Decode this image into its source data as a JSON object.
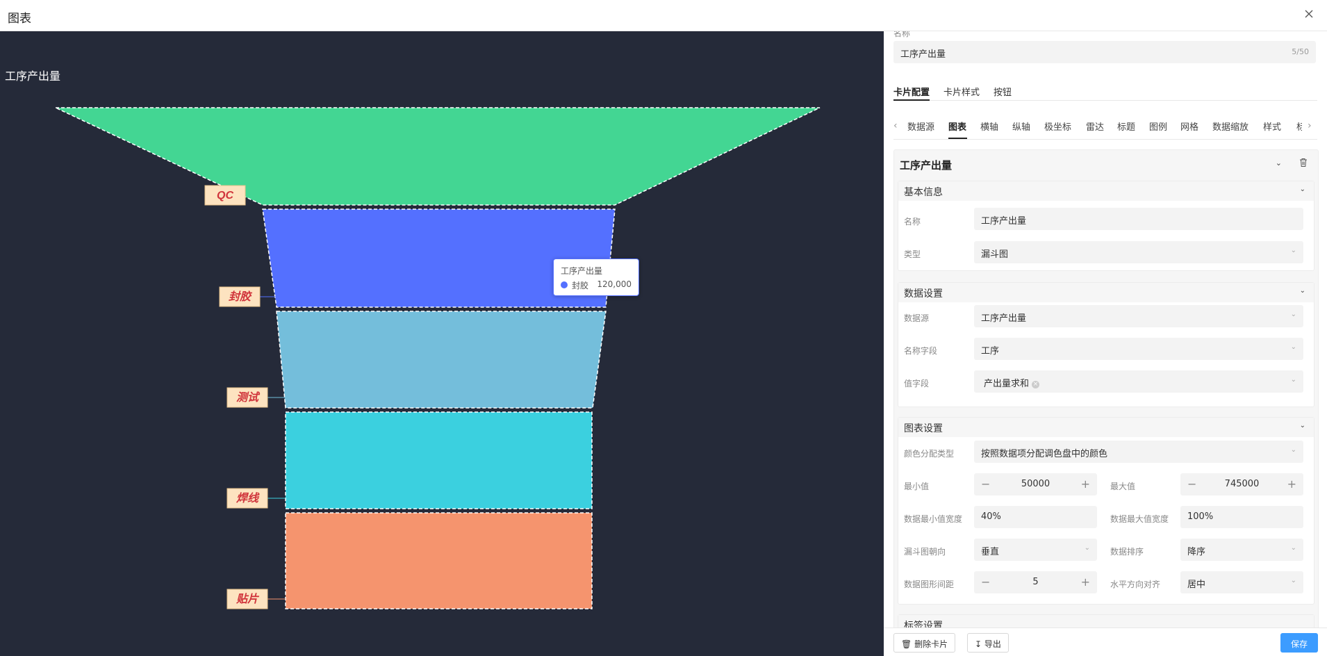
{
  "dialog": {
    "title": "图表"
  },
  "chart": {
    "title": "工序产出量",
    "tooltip": {
      "title": "工序产出量",
      "name": "封胶",
      "value": "120,000"
    }
  },
  "chart_data": {
    "type": "funnel",
    "title": "工序产出量",
    "categories": [
      "",
      "QC",
      "封胶",
      "测试",
      "焊线",
      "贴片"
    ],
    "colors": [
      "#43d693",
      "#5470ff",
      "#74bedb",
      "#3bd0df",
      "#f5946e"
    ],
    "label_bg": "#fde3c0",
    "label_color": "#d0343b"
  },
  "panel": {
    "name_label": "名称",
    "name_value": "工序产出量",
    "name_count": "5/50",
    "card_tabs": [
      "卡片配置",
      "卡片样式",
      "按钮"
    ],
    "sub_tabs": [
      "数据源",
      "图表",
      "横轴",
      "纵轴",
      "极坐标",
      "雷达",
      "标题",
      "图例",
      "网格",
      "数据缩放",
      "样式",
      "标"
    ],
    "series_name": "工序产出量",
    "basic": {
      "title": "基本信息",
      "name_label": "名称",
      "name_value": "工序产出量",
      "type_label": "类型",
      "type_value": "漏斗图"
    },
    "data": {
      "title": "数据设置",
      "source_label": "数据源",
      "source_value": "工序产出量",
      "namefield_label": "名称字段",
      "namefield_value": "工序",
      "valuefield_label": "值字段",
      "valuefield_tag": "产出量求和"
    },
    "chartset": {
      "title": "图表设置",
      "color_label": "颜色分配类型",
      "color_value": "按照数据项分配调色盘中的颜色",
      "min_label": "最小值",
      "min_value": "50000",
      "max_label": "最大值",
      "max_value": "745000",
      "minw_label": "数据最小值宽度",
      "minw_value": "40%",
      "maxw_label": "数据最大值宽度",
      "maxw_value": "100%",
      "orient_label": "漏斗图朝向",
      "orient_value": "垂直",
      "sort_label": "数据排序",
      "sort_value": "降序",
      "gap_label": "数据图形间距",
      "gap_value": "5",
      "align_label": "水平方向对齐",
      "align_value": "居中"
    },
    "next_section": "标签设置"
  },
  "footer": {
    "delete": "删除卡片",
    "export": "导出",
    "save": "保存"
  }
}
